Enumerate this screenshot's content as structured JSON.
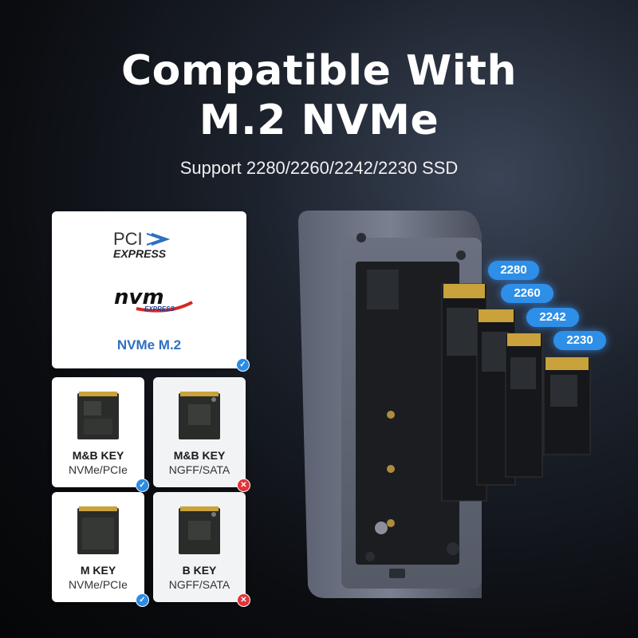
{
  "header": {
    "title_line1": "Compatible With",
    "title_line2": "M.2 NVMe",
    "subtitle": "Support 2280/2260/2242/2230 SSD"
  },
  "main_card": {
    "pci_logo_text": "PCI",
    "pci_logo_sub": "EXPRESS",
    "nvm_logo_text": "nvm",
    "nvm_logo_sub": "EXPRESS",
    "label": "NVMe M.2",
    "status": "supported"
  },
  "key_cards": [
    {
      "title": "M&B KEY",
      "sub": "NVMe/PCIe",
      "status": "supported"
    },
    {
      "title": "M&B KEY",
      "sub": "NGFF/SATA",
      "status": "unsupported"
    },
    {
      "title": "M KEY",
      "sub": "NVMe/PCIe",
      "status": "supported"
    },
    {
      "title": "B KEY",
      "sub": "NGFF/SATA",
      "status": "unsupported"
    }
  ],
  "sizes": [
    "2280",
    "2260",
    "2242",
    "2230"
  ],
  "colors": {
    "accent_blue": "#2e8fe8",
    "label_blue": "#2f6fc0",
    "ok": "#2b8ce6",
    "no": "#e0343a"
  },
  "icons": {
    "ok": "check-icon",
    "no": "cross-icon"
  }
}
